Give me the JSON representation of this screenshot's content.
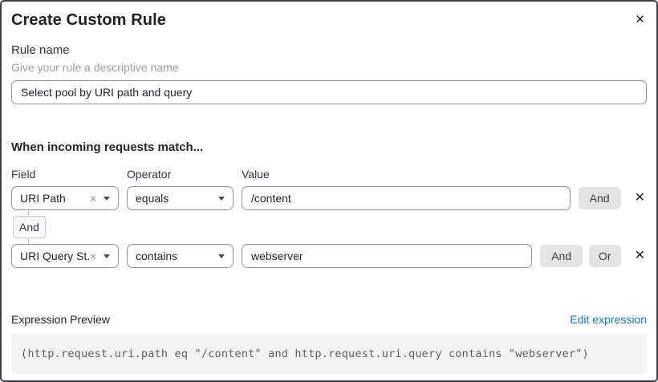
{
  "dialog": {
    "title": "Create Custom Rule"
  },
  "icons": {
    "close": "✕",
    "clear": "×",
    "remove": "✕"
  },
  "rule_name": {
    "label": "Rule name",
    "helper": "Give your rule a descriptive name",
    "value": "Select pool by URI path and query"
  },
  "match": {
    "heading": "When incoming requests match...",
    "columns": {
      "field": "Field",
      "operator": "Operator",
      "value": "Value"
    },
    "connector_label": "And",
    "rows": [
      {
        "field": "URI Path",
        "operator": "equals",
        "value": "/content",
        "buttons": [
          "And"
        ]
      },
      {
        "field": "URI Query St...",
        "operator": "contains",
        "value": "webserver",
        "buttons": [
          "And",
          "Or"
        ]
      }
    ]
  },
  "expression": {
    "label": "Expression Preview",
    "edit_link": "Edit expression",
    "code": "(http.request.uri.path eq \"/content\" and http.request.uri.query contains \"webserver\")"
  },
  "colors": {
    "link": "#1b7ab5",
    "button_bg": "#e4e4e5",
    "code_bg": "#f3f3f4",
    "border_dark": "#3d3f42",
    "input_border": "#8f949b"
  }
}
